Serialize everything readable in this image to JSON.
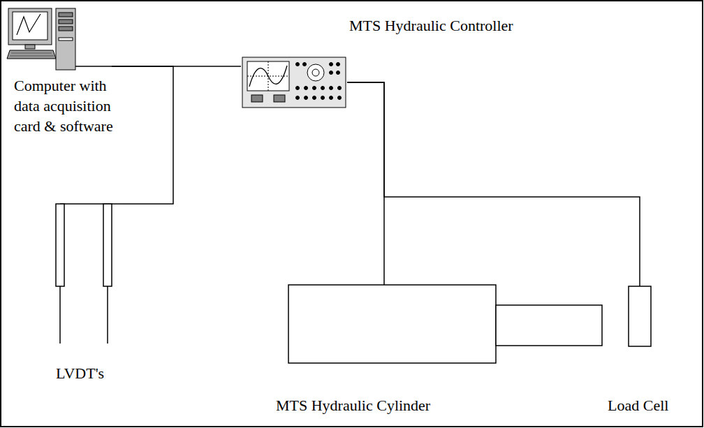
{
  "diagram": {
    "nodes": [
      {
        "text": [
          "Computer with data acquisition card & software"
        ]
      },
      {
        "text": [
          "MTS Hydraulic Controller"
        ]
      },
      {
        "text": [
          "LVDT's"
        ]
      },
      {
        "text": [
          "MTS Hydraulic Cylinder"
        ]
      },
      {
        "text": [
          "Load Cell"
        ]
      }
    ],
    "edges": [
      {
        "from": 0,
        "to": 1,
        "arrow": "none"
      },
      {
        "from": 0,
        "to": 2,
        "arrow": "none"
      },
      {
        "from": 1,
        "to": 3,
        "arrow": "none"
      },
      {
        "from": 1,
        "to": 4,
        "arrow": "none"
      }
    ]
  }
}
